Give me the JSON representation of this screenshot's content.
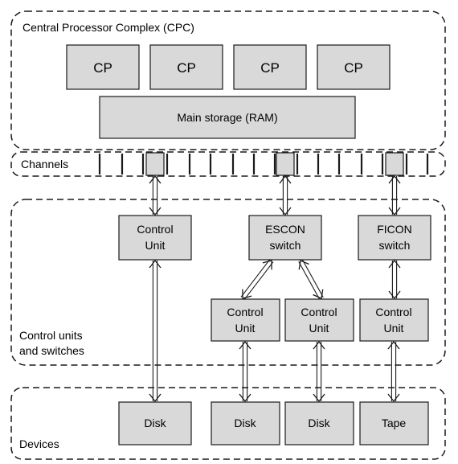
{
  "regions": {
    "cpc": "Central Processor Complex (CPC)",
    "channels": "Channels",
    "control_units_line1": "Control units",
    "control_units_line2": "and switches",
    "devices": "Devices"
  },
  "cpc": {
    "processors": [
      "CP",
      "CP",
      "CP",
      "CP"
    ],
    "main_storage": "Main storage (RAM)"
  },
  "tier1": {
    "cu_left": [
      "Control",
      "Unit"
    ],
    "escon": [
      "ESCON",
      "switch"
    ],
    "ficon": [
      "FICON",
      "switch"
    ]
  },
  "tier2": {
    "cu_a": [
      "Control",
      "Unit"
    ],
    "cu_b": [
      "Control",
      "Unit"
    ],
    "cu_c": [
      "Control",
      "Unit"
    ]
  },
  "devices": [
    "Disk",
    "Disk",
    "Disk",
    "Tape"
  ],
  "colors": {
    "box_fill": "#d9d9d9",
    "stroke": "#1a1a1a"
  }
}
